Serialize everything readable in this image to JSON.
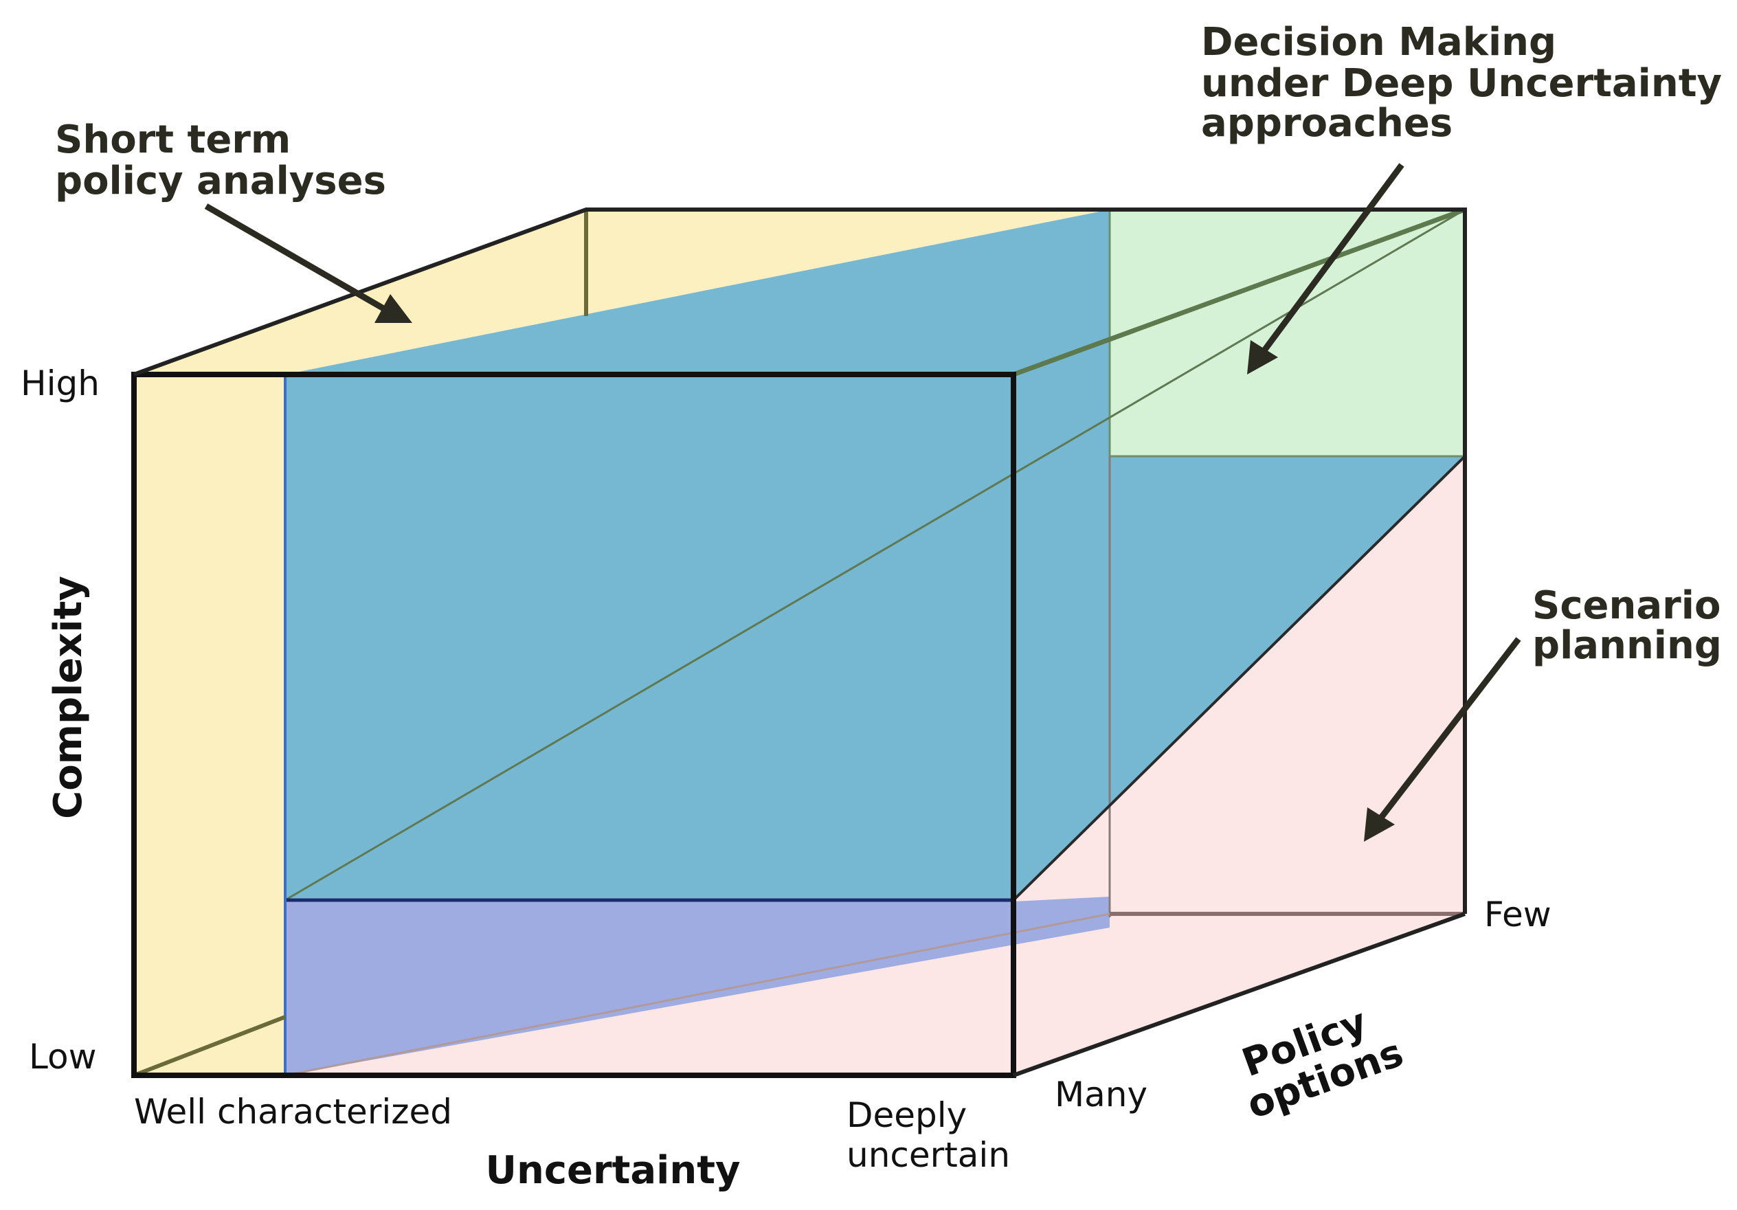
{
  "axes": {
    "complexity": {
      "label": "Complexity",
      "high": "High",
      "low": "Low"
    },
    "uncertainty": {
      "label": "Uncertainty",
      "left": "Well characterized",
      "right_line1": "Deeply",
      "right_line2": "uncertain"
    },
    "policy_options": {
      "label_line1": "Policy",
      "label_line2": "options",
      "near": "Many",
      "far": "Few"
    }
  },
  "regions": {
    "short_term": {
      "line1": "Short term",
      "line2": "policy analyses",
      "color": "#fdf0c0"
    },
    "dmdu": {
      "line1": "Decision Making",
      "line2": "under Deep Uncertainty",
      "line3": "approaches",
      "color": "#d6f2d6"
    },
    "scenario": {
      "line1": "Scenario",
      "line2": "planning",
      "color": "#fce6e6"
    },
    "overlap_colors": {
      "teal": "#76b7d2",
      "periwinkle": "#9eace2"
    }
  }
}
